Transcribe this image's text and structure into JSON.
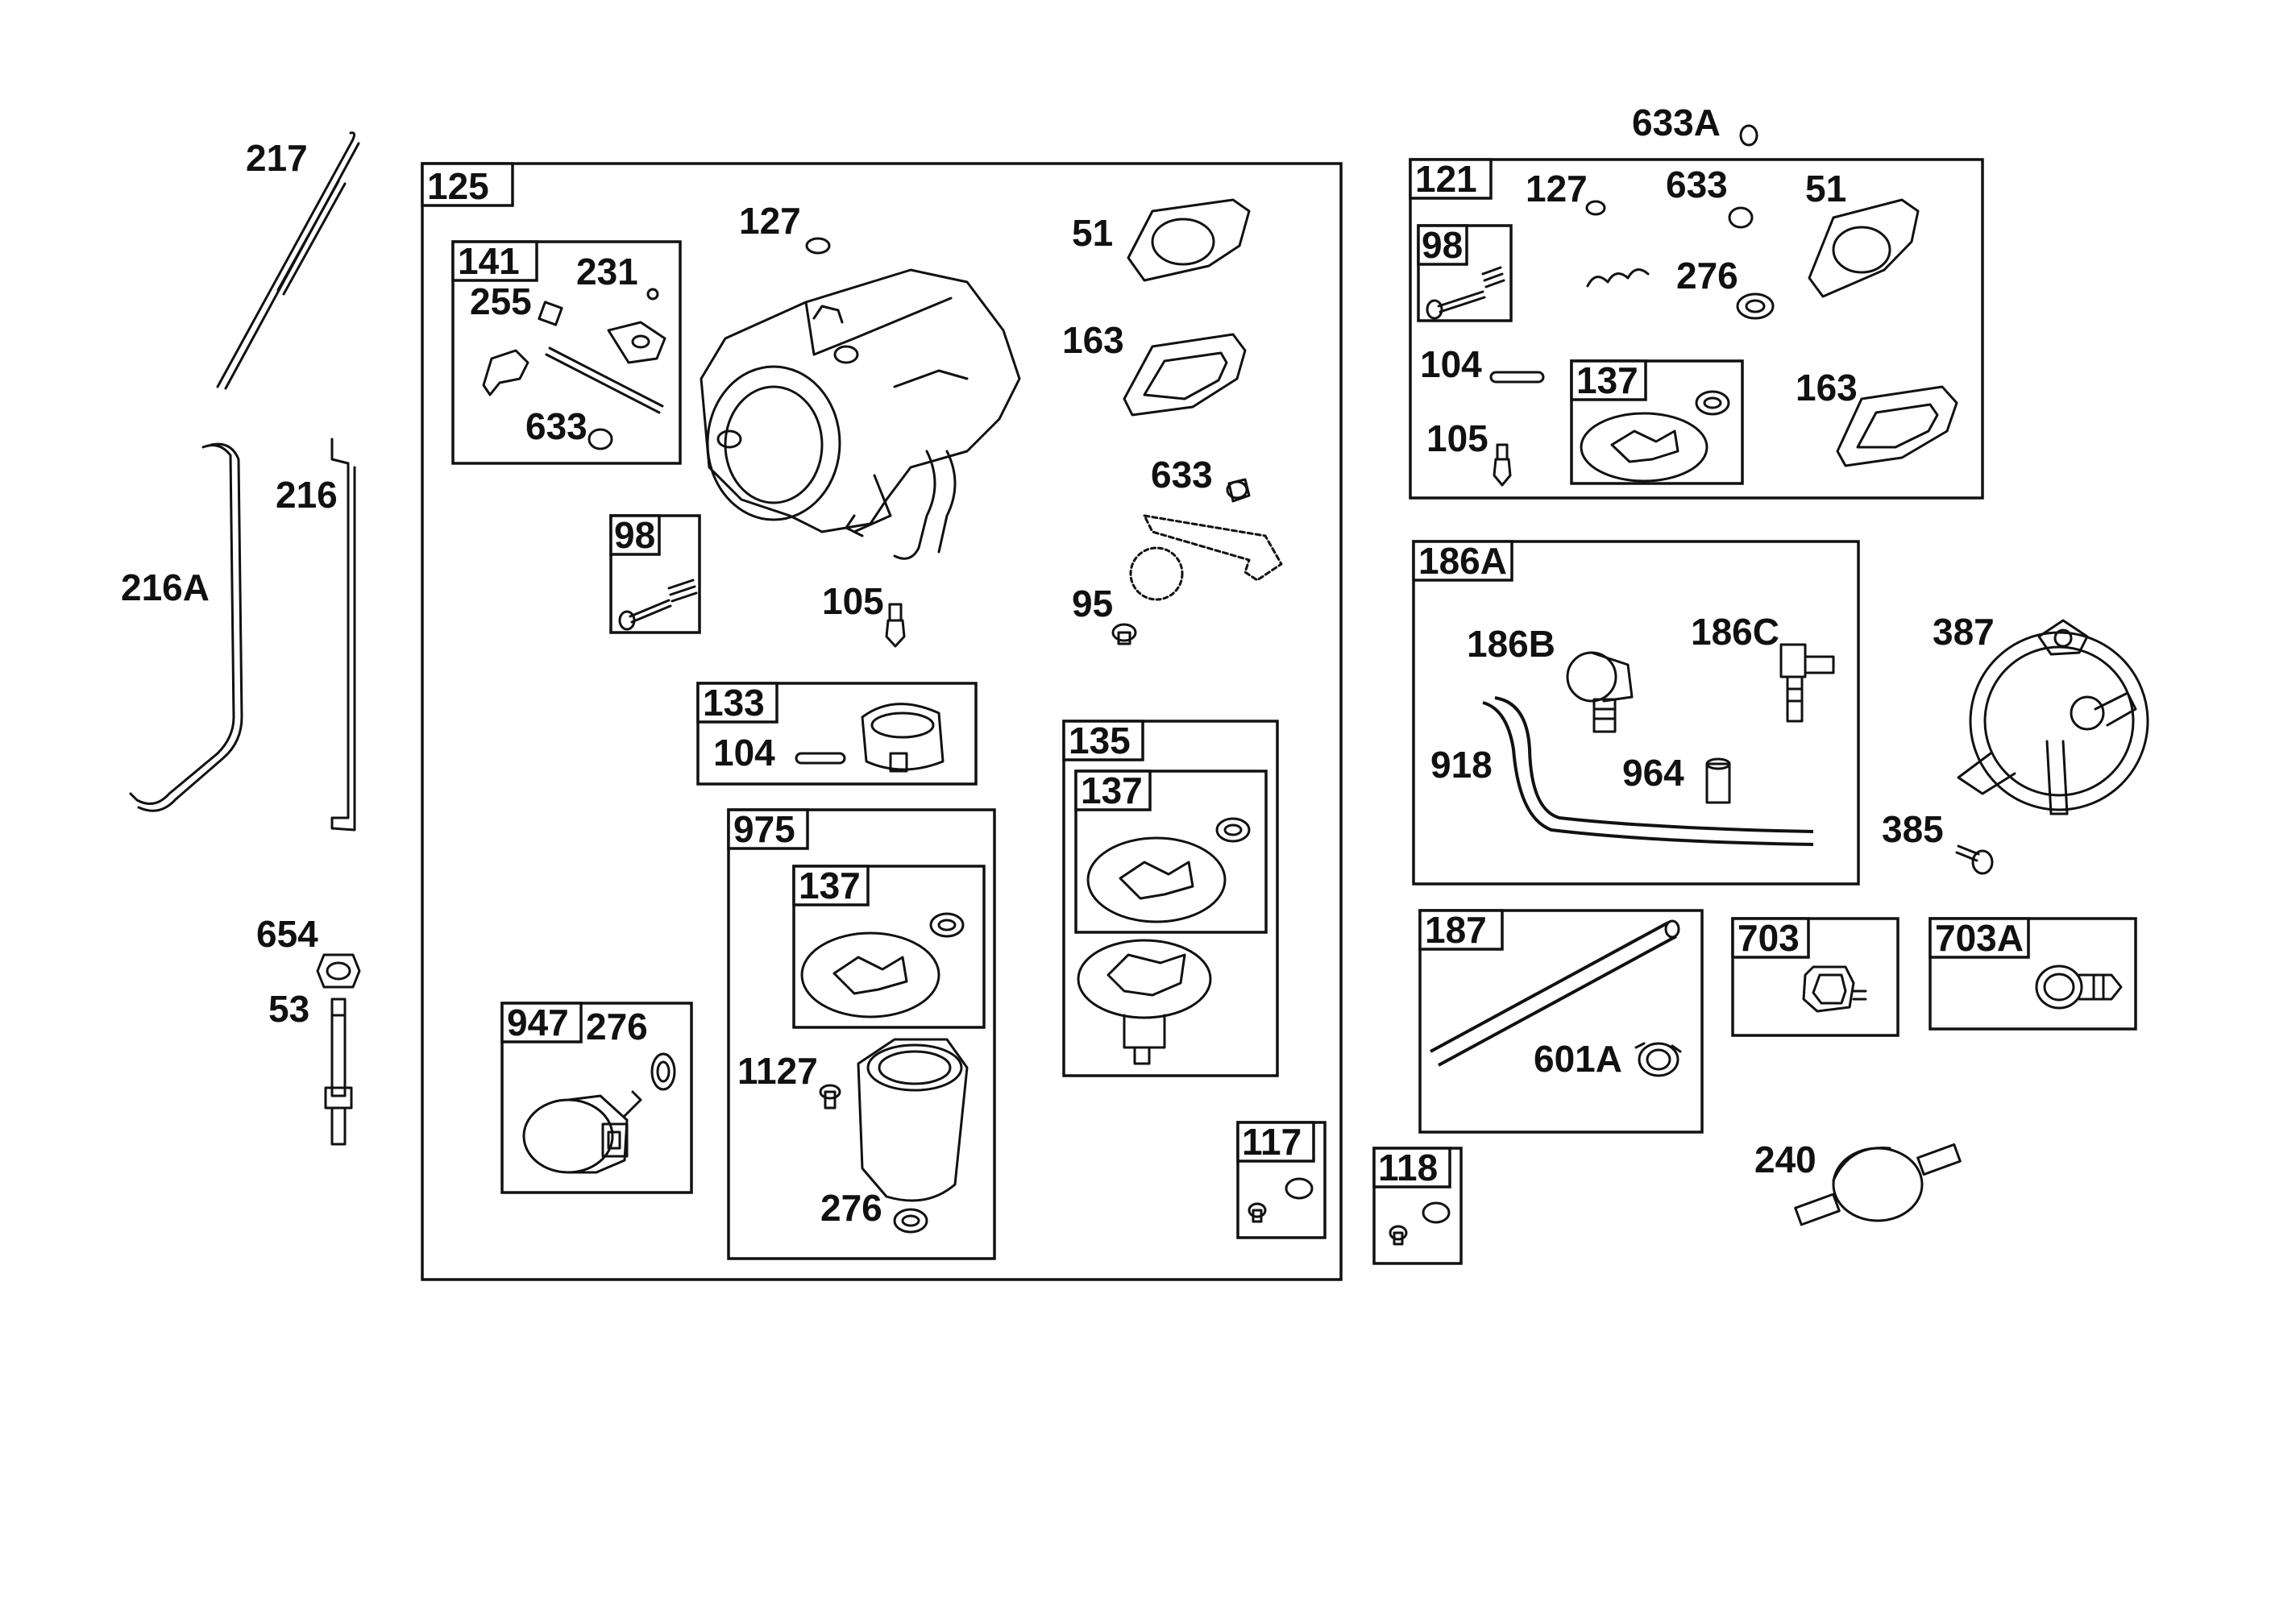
{
  "labels": {
    "p217": "217",
    "p216": "216",
    "p216A": "216A",
    "p654": "654",
    "p53": "53",
    "b125": "125",
    "p127a": "127",
    "p51a": "51",
    "p163a": "163",
    "b141": "141",
    "p231": "231",
    "p255": "255",
    "p633a": "633",
    "p633b": "633",
    "b98a": "98",
    "p105a": "105",
    "p95": "95",
    "b133": "133",
    "p104a": "104",
    "b135": "135",
    "b137a": "137",
    "b975": "975",
    "b137b": "137",
    "p1127": "1127",
    "p276a": "276",
    "b947": "947",
    "p276b": "276",
    "b117": "117",
    "b118": "118",
    "p633A": "633A",
    "b121": "121",
    "p127b": "127",
    "p633c": "633",
    "p51b": "51",
    "b98b": "98",
    "p276c": "276",
    "p104b": "104",
    "b137c": "137",
    "p163b": "163",
    "p105b": "105",
    "b186A": "186A",
    "p186B": "186B",
    "p186C": "186C",
    "p387": "387",
    "p918": "918",
    "p964": "964",
    "p385": "385",
    "b187": "187",
    "p601A": "601A",
    "b703": "703",
    "b703A": "703A",
    "p240": "240"
  }
}
